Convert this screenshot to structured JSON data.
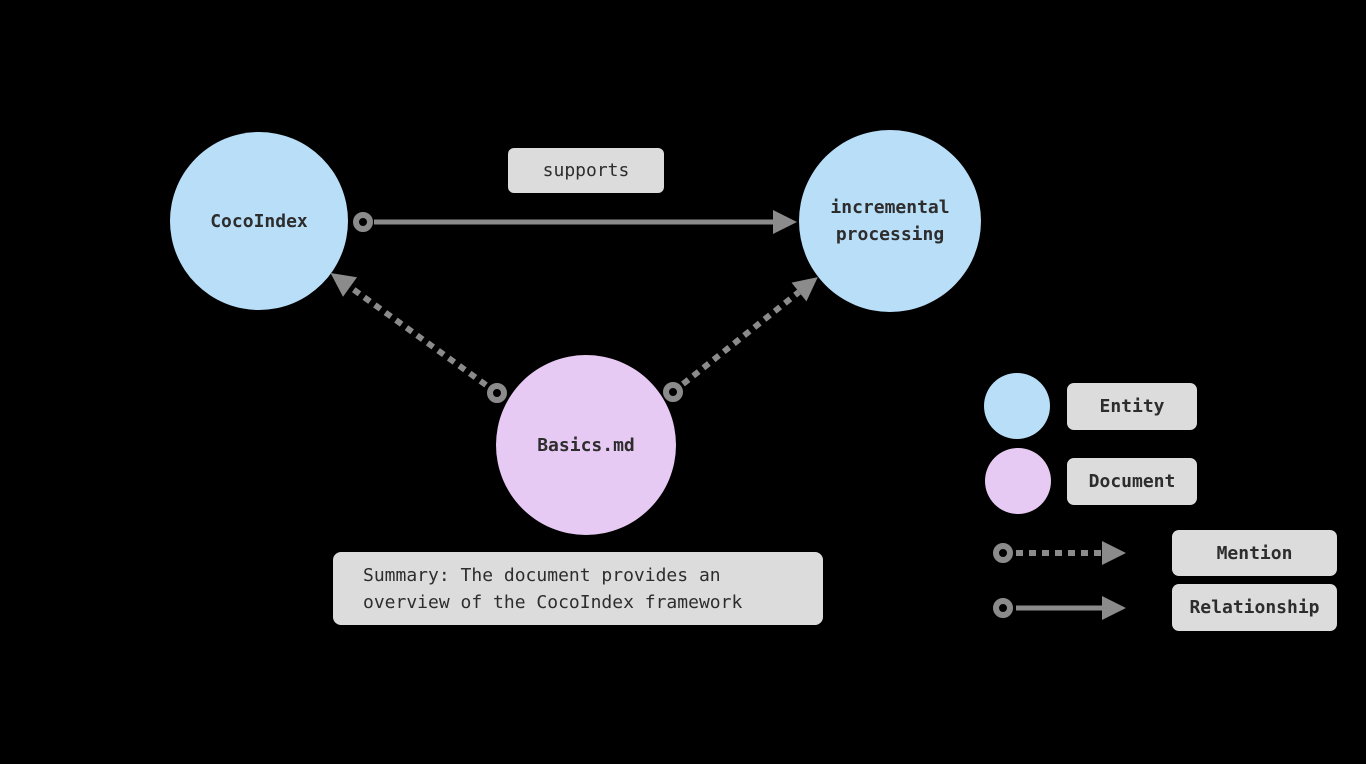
{
  "colors": {
    "background": "#000000",
    "entity_fill": "#B9DEF8",
    "document_fill": "#E7CAF3",
    "label_background": "#DCDCDC",
    "edge": "#8B8B8B",
    "text": "#2D2D2D"
  },
  "diagram": {
    "nodes": [
      {
        "id": "cocoindex",
        "type": "entity",
        "label_lines": [
          "CocoIndex"
        ]
      },
      {
        "id": "incremental-processing",
        "type": "entity",
        "label_lines": [
          "incremental",
          "processing"
        ]
      },
      {
        "id": "basics-md",
        "type": "document",
        "label_lines": [
          "Basics.md"
        ]
      }
    ],
    "edges": [
      {
        "type": "relationship",
        "label": "supports",
        "from": "CocoIndex",
        "to": "incremental processing"
      },
      {
        "type": "mention",
        "from": "Basics.md",
        "to": "CocoIndex"
      },
      {
        "type": "mention",
        "from": "Basics.md",
        "to": "incremental processing"
      }
    ],
    "summary_lines": [
      "Summary: The document provides an",
      "overview of the CocoIndex framework"
    ]
  },
  "legend": {
    "items": [
      {
        "swatch": "entity-circle",
        "label": "Entity"
      },
      {
        "swatch": "document-circle",
        "label": "Document"
      },
      {
        "swatch": "mention-arrow",
        "label": "Mention"
      },
      {
        "swatch": "relationship-arrow",
        "label": "Relationship"
      }
    ]
  }
}
